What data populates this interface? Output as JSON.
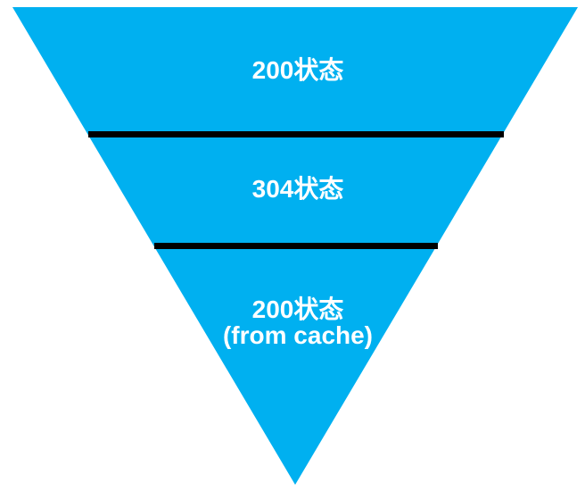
{
  "diagram": {
    "type": "inverted-funnel",
    "background_color": "#FFFFFF",
    "fill_color": "#00B0F0",
    "divider_color": "#000000",
    "label_color": "#FFFFFF",
    "levels": [
      {
        "label": "200状态"
      },
      {
        "label": "304状态"
      },
      {
        "label": "200状态",
        "sublabel": "(from cache)"
      }
    ]
  }
}
